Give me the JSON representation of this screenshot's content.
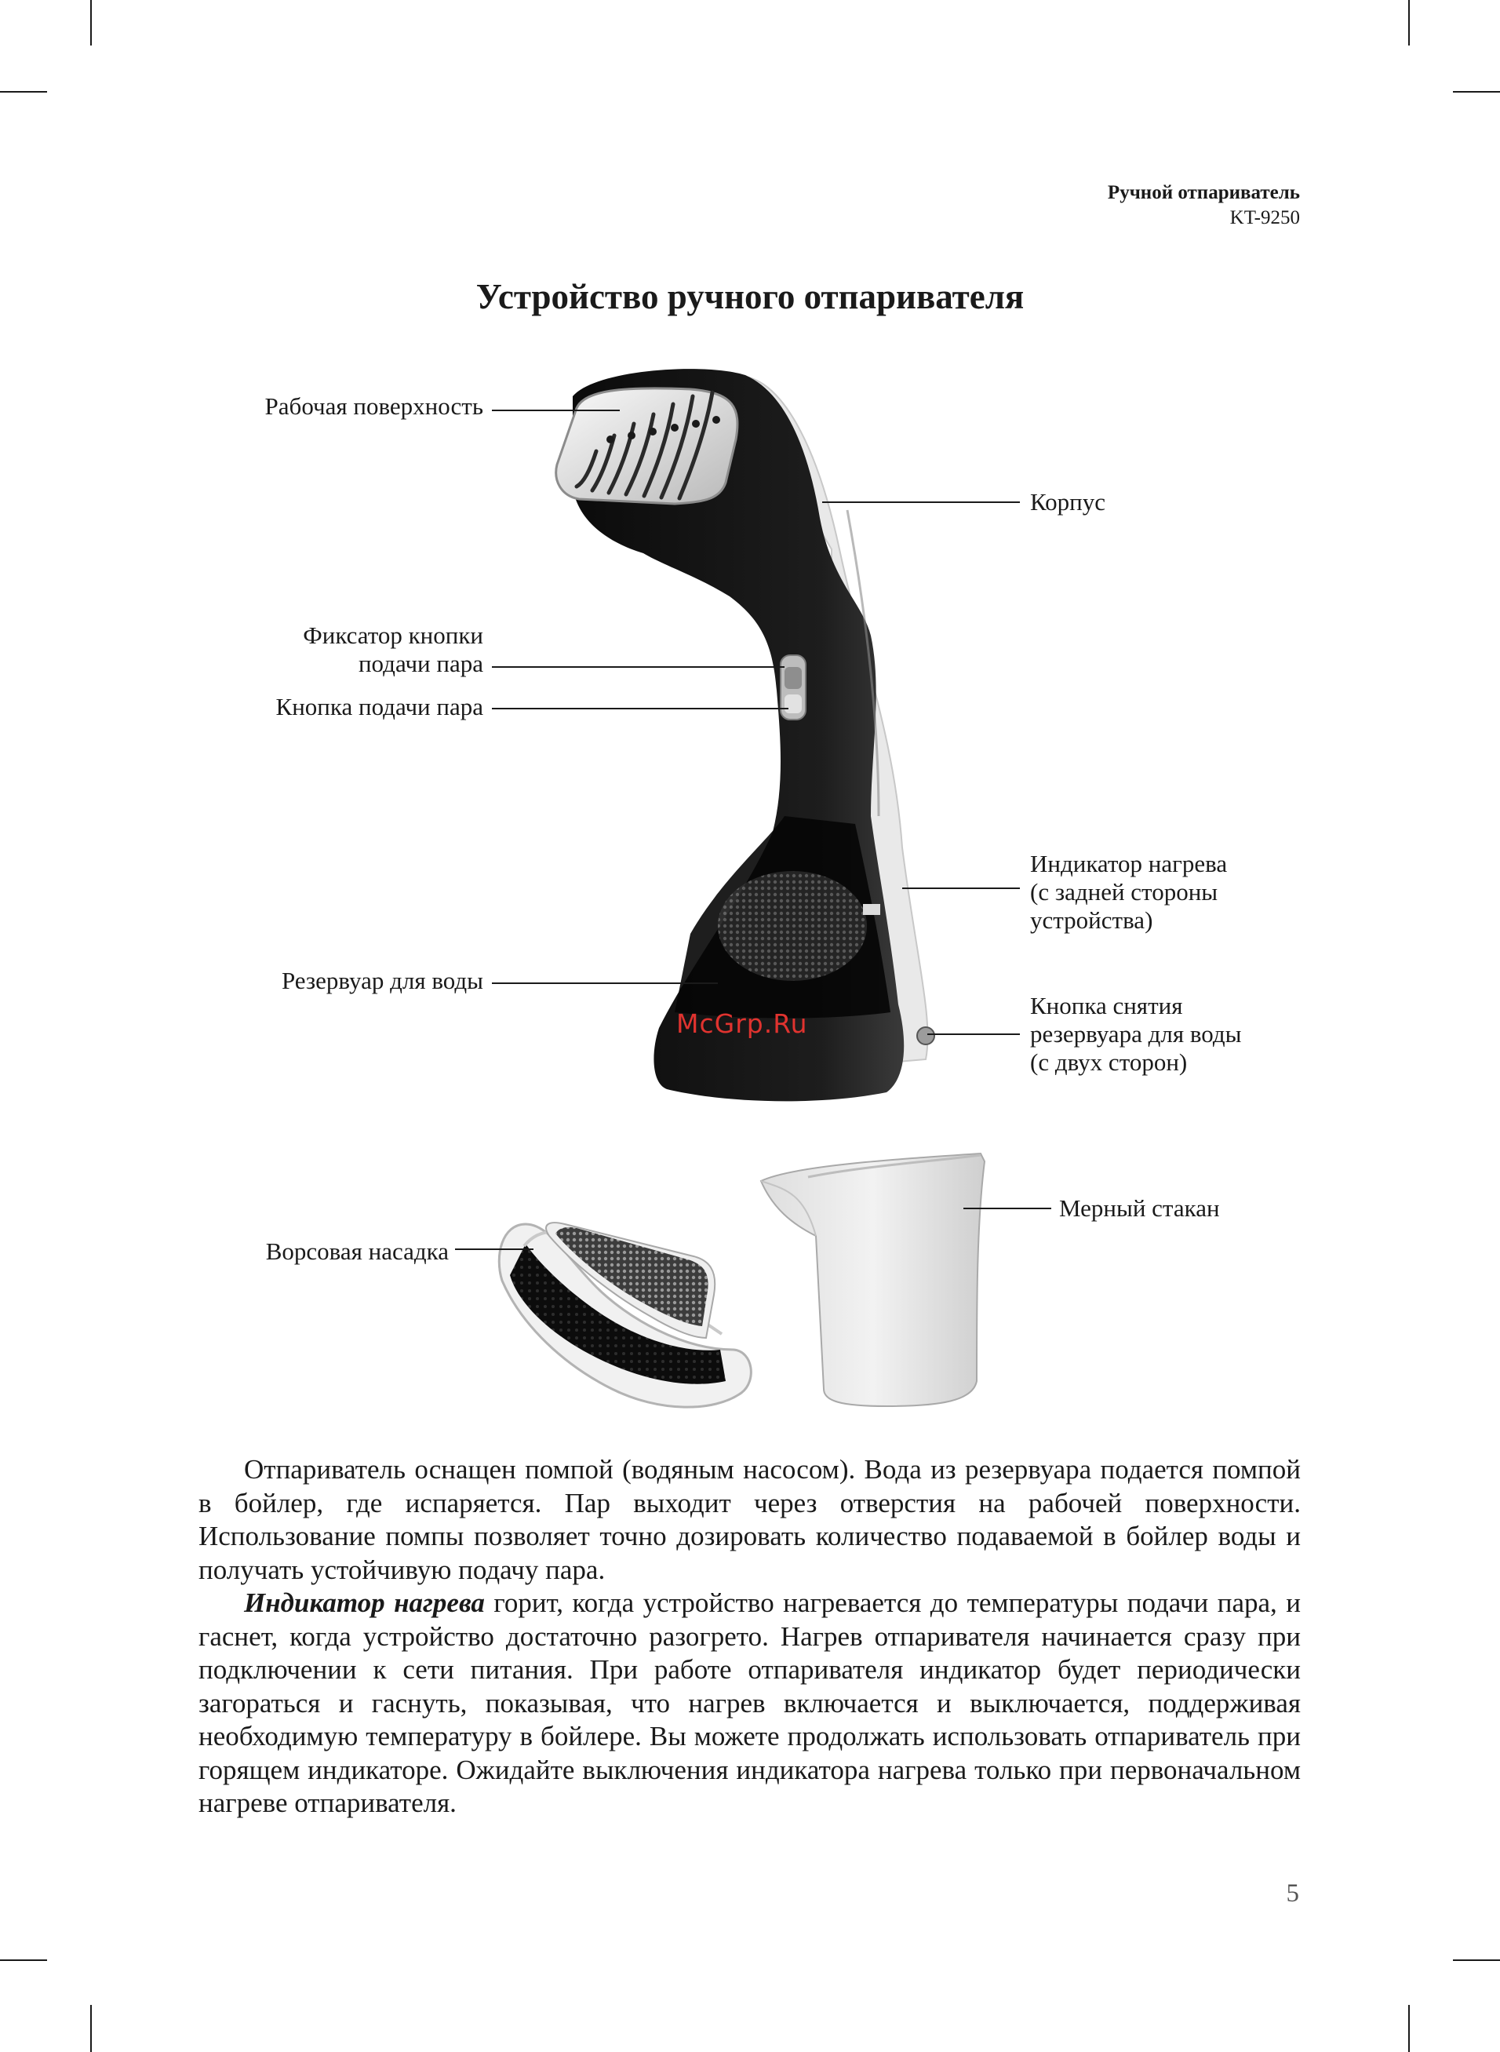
{
  "header": {
    "product": "Ручной отпариватель",
    "model": "KT-9250"
  },
  "title": "Устройство ручного отпаривателя",
  "labels": {
    "work_surface": "Рабочая поверхность",
    "body": "Корпус",
    "lock_line1": "Фиксатор кнопки",
    "lock_line2": "подачи пара",
    "steam_button": "Кнопка подачи пара",
    "indicator_line1": "Индикатор нагрева",
    "indicator_line2": "(с задней стороны",
    "indicator_line3": "устройства)",
    "tank": "Резервуар для воды",
    "release_line1": "Кнопка снятия",
    "release_line2": "резервуара для воды",
    "release_line3": "(с двух сторон)",
    "brush": "Ворсовая насадка",
    "cup": "Мерный стакан"
  },
  "watermark": "McGrp.Ru",
  "text": {
    "para1": "Отпариватель оснащен помпой (водяным насосом). Вода из резервуара подается помпой в бойлер, где испаряется. Пар выходит через отверстия на рабочей поверхности. Использование помпы позволяет точно дозировать количество подаваемой в бойлер воды и получать устойчивую подачу пара.",
    "para2_em": "Индикатор нагрева",
    "para2_rest": " горит, когда устройство нагревается до температуры подачи пара, и гаснет, когда устройство достаточно разогрето. Нагрев отпаривателя начинается сразу при подключении к сети питания. При работе отпаривателя индикатор будет периодически загораться и гаснуть, показывая, что нагрев включается и выключается, поддерживая необходимую температуру в бойлере. Вы можете продолжать использовать отпариватель при горящем индикаторе. Ожидайте выключения индикатора нагрева только при первоначальном нагреве отпаривателя."
  },
  "page_number": "5"
}
